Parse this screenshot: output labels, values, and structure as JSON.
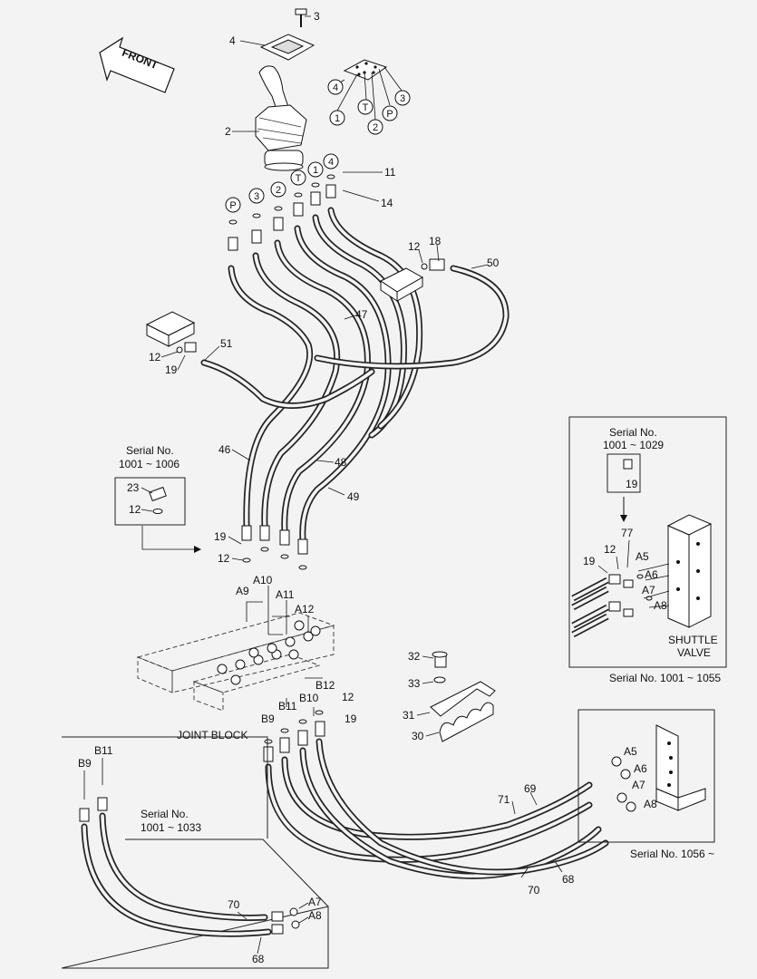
{
  "front_label": "FRONT",
  "circled": {
    "p": "P",
    "three": "3",
    "two": "2",
    "t": "T",
    "one": "1",
    "four": "4"
  },
  "labels": {
    "n2": "2",
    "n3": "3",
    "n4": "4",
    "n11": "11",
    "n14": "14",
    "n12a": "12",
    "n18": "18",
    "n50": "50",
    "n51": "51",
    "n12b": "12",
    "n19a": "19",
    "n47": "47",
    "n46": "46",
    "n48": "48",
    "n49": "49",
    "n19b": "19",
    "n12c": "12",
    "a10": "A10",
    "a9": "A9",
    "a11": "A11",
    "a12": "A12",
    "b12": "B12",
    "n12d": "12",
    "b10": "B10",
    "n19c": "19",
    "b11": "B11",
    "b9": "B9",
    "n32": "32",
    "n33": "33",
    "n31": "31",
    "n30": "30",
    "n71": "71",
    "n69": "69",
    "n70": "70",
    "n68": "68"
  },
  "joint_block": "JOINT BLOCK",
  "inset_1006": {
    "serial_title": "Serial No.",
    "serial_range": "1001 ~ 1006",
    "n23": "23",
    "n12": "12"
  },
  "inset_1055": {
    "serial_title": "Serial No.",
    "serial_range": "1001 ~ 1029",
    "n19a": "19",
    "n77": "77",
    "n12": "12",
    "n19b": "19",
    "a5": "A5",
    "a6": "A6",
    "a7": "A7",
    "a8": "A8",
    "valve_line1": "SHUTTLE",
    "valve_line2": "VALVE",
    "caption": "Serial No. 1001 ~ 1055"
  },
  "inset_1056": {
    "a5": "A5",
    "a6": "A6",
    "a7": "A7",
    "a8": "A8",
    "caption": "Serial No. 1056 ~"
  },
  "inset_1033": {
    "b11": "B11",
    "b9": "B9",
    "serial_title": "Serial No.",
    "serial_range": "1001 ~ 1033",
    "n70": "70",
    "n68": "68",
    "a7": "A7",
    "a8": "A8"
  }
}
